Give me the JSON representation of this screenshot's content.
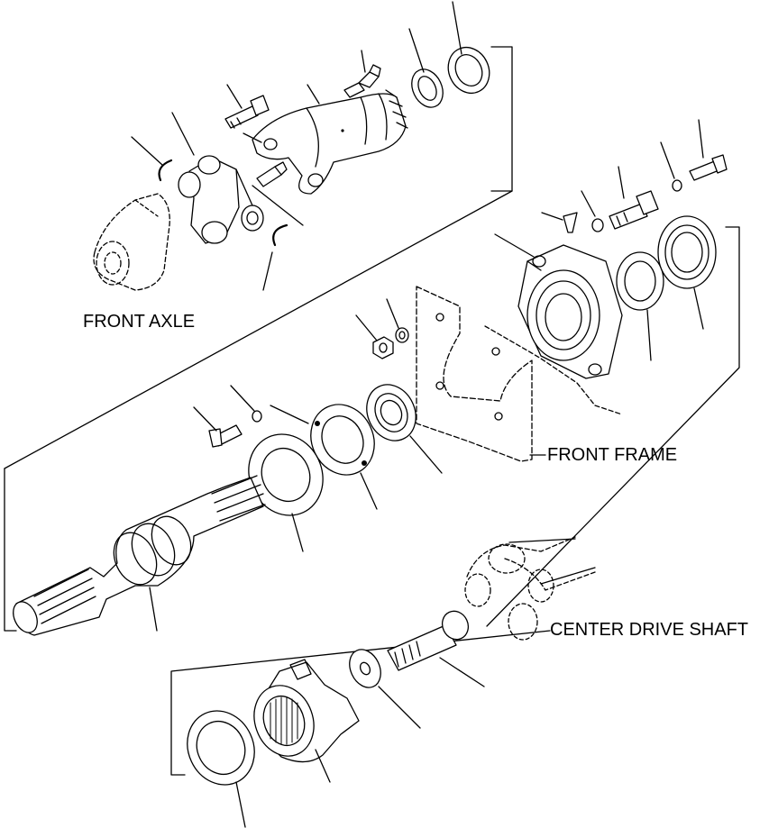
{
  "labels": {
    "front_axle": "FRONT AXLE",
    "front_frame": "FRONT FRAME",
    "center_drive_shaft": "CENTER DRIVE SHAFT"
  }
}
